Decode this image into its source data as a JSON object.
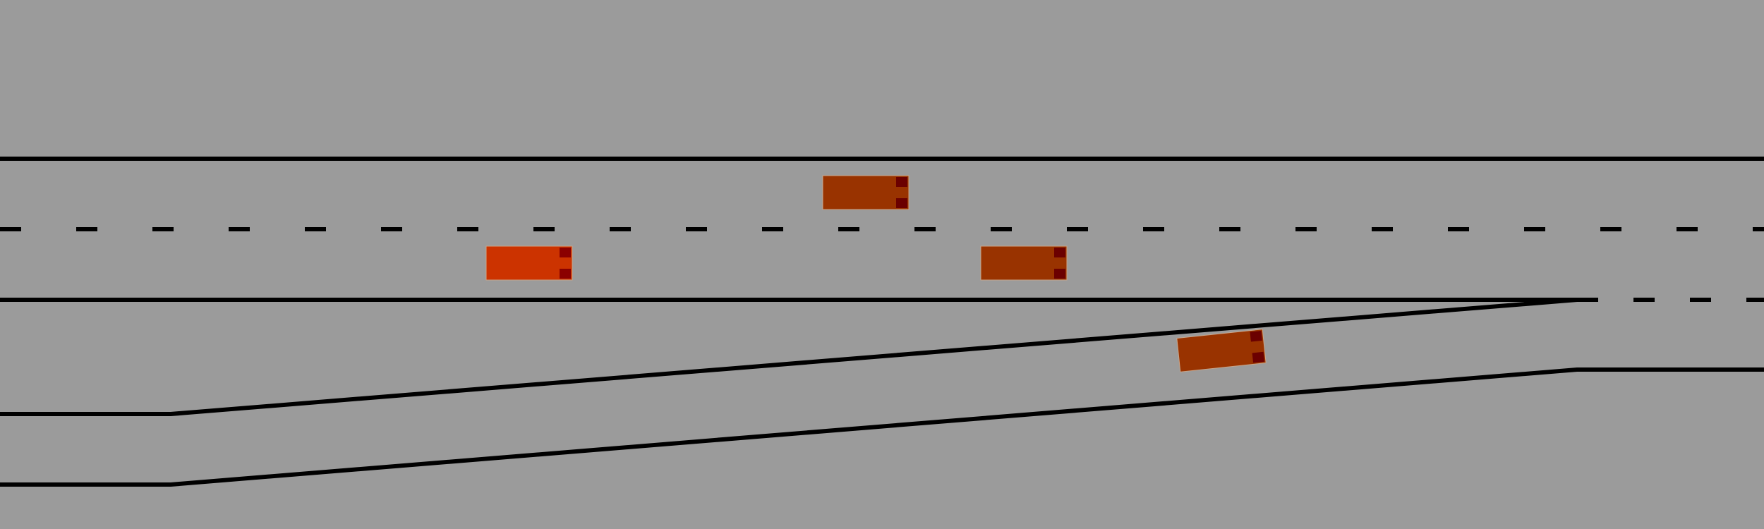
{
  "scene": {
    "background_color": "#9b9b9b",
    "line_color": "#000000"
  },
  "vehicles": [
    {
      "id": "ego",
      "role": "controlled",
      "color": "#cc3300",
      "light_color": "#8b0000"
    },
    {
      "id": "other-1",
      "role": "other",
      "color": "#993300",
      "light_color": "#6b0000"
    },
    {
      "id": "other-2",
      "role": "other",
      "color": "#993300",
      "light_color": "#6b0000"
    },
    {
      "id": "merging",
      "role": "other",
      "color": "#993300",
      "light_color": "#6b0000"
    }
  ]
}
